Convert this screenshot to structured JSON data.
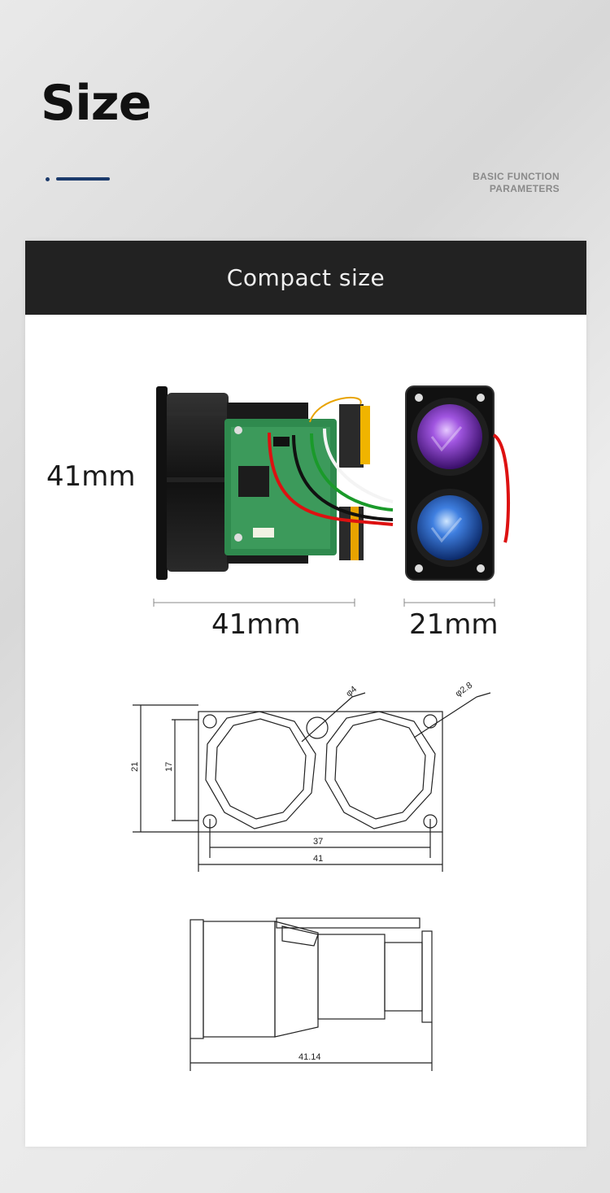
{
  "header": {
    "title": "Size",
    "subtitle_line1": "BASIC FUNCTION",
    "subtitle_line2": "PARAMETERS",
    "accent_color": "#1b3a6b"
  },
  "card": {
    "title": "Compact size",
    "photo_dims": {
      "height": "41mm",
      "length": "41mm",
      "width": "21mm"
    },
    "front_drawing": {
      "dia_hole": "φ4",
      "dia_mount": "φ2.8",
      "outer_height": "21",
      "inner_height": "17",
      "inner_width": "37",
      "outer_width": "41"
    },
    "side_drawing": {
      "length": "41.14"
    }
  }
}
